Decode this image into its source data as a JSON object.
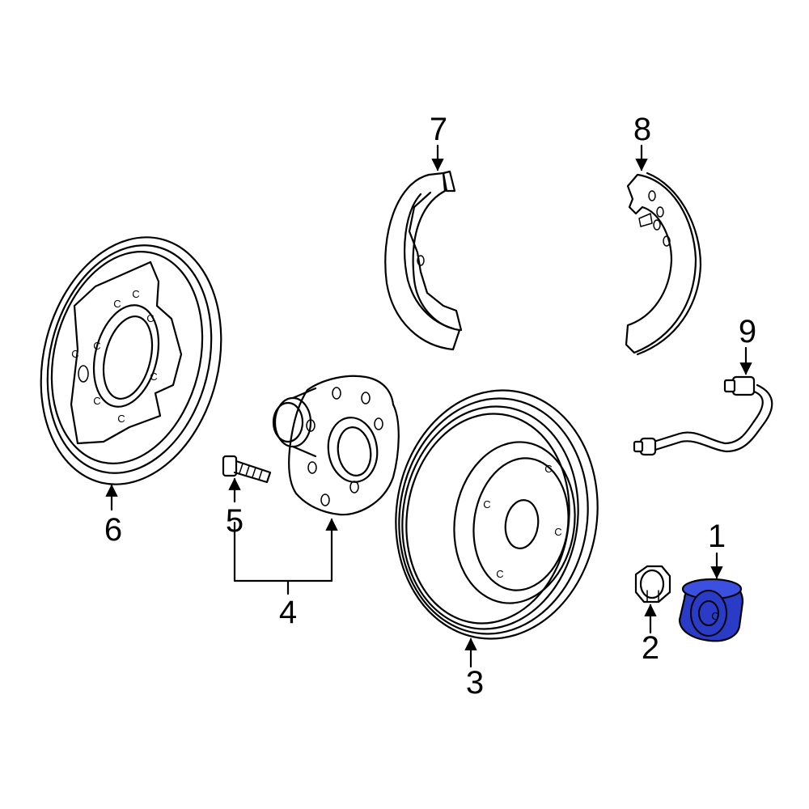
{
  "colors": {
    "line": "#000000",
    "background": "#ffffff",
    "highlight": "#2a3cc7"
  },
  "callouts": {
    "c1": "1",
    "c2": "2",
    "c3": "3",
    "c4": "4",
    "c5": "5",
    "c6": "6",
    "c7": "7",
    "c8": "8",
    "c9": "9"
  },
  "highlighted_part": "1"
}
